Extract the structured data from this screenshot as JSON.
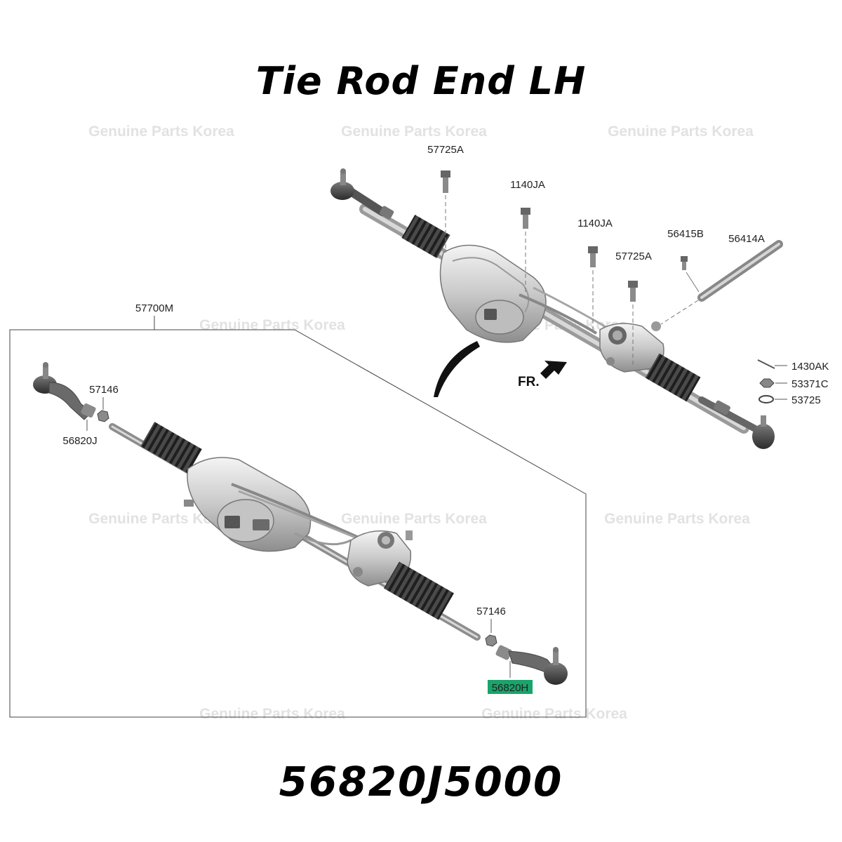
{
  "title": "Tie Rod End LH",
  "part_number": "56820J5000",
  "watermark": "Genuine Parts Korea",
  "highlight_color": "#1aa36a",
  "direction_label": "FR.",
  "labels": {
    "assembly": "57700M",
    "bolt_top_left": "57725A",
    "bolt_mid_1": "1140JA",
    "bolt_mid_2": "1140JA",
    "bolt_right": "57725A",
    "bolt_small": "56415B",
    "extension_tube": "56414A",
    "cotter_pin": "1430AK",
    "castle_nut": "53371C",
    "washer": "53725",
    "nut_left": "57146",
    "tie_rod_end_left": "56820J",
    "nut_right": "57146",
    "tie_rod_end_highlighted": "56820H"
  }
}
